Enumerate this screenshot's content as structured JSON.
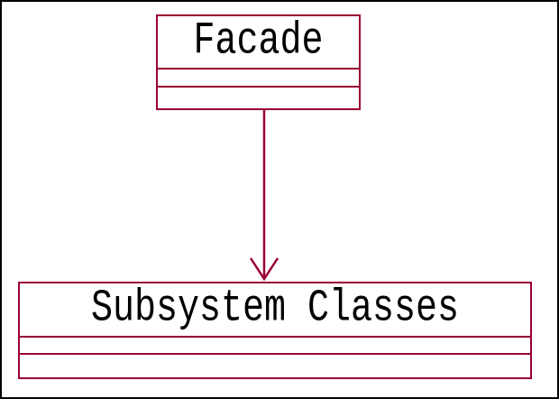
{
  "diagram": {
    "kind": "uml-class-diagram",
    "facade": {
      "label": "Facade",
      "empty_compartments": 2
    },
    "subsystem": {
      "label": "Subsystem Classes",
      "empty_compartments": 2
    },
    "relationship": {
      "from": "Facade",
      "to": "Subsystem Classes",
      "arrow_style": "open-arrowhead",
      "direction": "down"
    }
  },
  "colors": {
    "accent": "#990033",
    "text": "#000000",
    "frame": "#000000",
    "background": "#ffffff"
  }
}
